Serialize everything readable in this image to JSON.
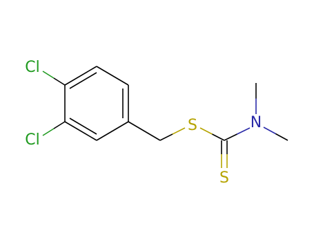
{
  "molecule": {
    "atoms": [
      {
        "id": "cl1",
        "symbol": "Cl",
        "color": "#1f9a1f"
      },
      {
        "id": "cl2",
        "symbol": "Cl",
        "color": "#1f9a1f"
      },
      {
        "id": "s1",
        "symbol": "S",
        "color": "#b5a300"
      },
      {
        "id": "s2",
        "symbol": "S",
        "color": "#b5a300"
      },
      {
        "id": "n1",
        "symbol": "N",
        "color": "#2a2aa8"
      }
    ],
    "bond_color": "#000000"
  }
}
